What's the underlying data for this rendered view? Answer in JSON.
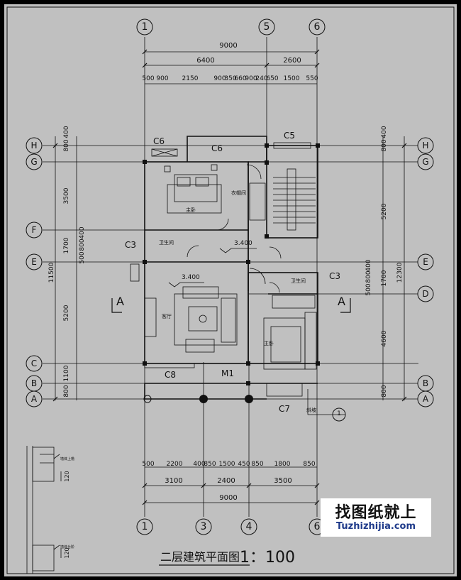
{
  "title": "二层建筑平面图",
  "scale": "1：100",
  "watermark": {
    "cn": "找图纸就上",
    "en": "Tuzhizhijia.com"
  },
  "axes": {
    "top": [
      "1",
      "5",
      "6"
    ],
    "bottom": [
      "1",
      "3",
      "4",
      "6"
    ],
    "rows": [
      "H",
      "G",
      "F",
      "E",
      "D",
      "C",
      "B",
      "A"
    ]
  },
  "dims": {
    "top_total": "9000",
    "top_mid": [
      "6400",
      "2600"
    ],
    "top_detail": [
      "500",
      "900",
      "2150",
      "900",
      "350",
      "660",
      "900",
      "240",
      "650",
      "1500",
      "550"
    ],
    "bottom_detail": [
      "500",
      "2200",
      "400",
      "850",
      "1500",
      "450",
      "850",
      "1800",
      "850"
    ],
    "bottom_mid": [
      "3100",
      "2400",
      "3500"
    ],
    "bottom_total": "9000",
    "left_outer": "11500",
    "left_inner": [
      "800",
      "400",
      "3500",
      "1700",
      "500",
      "800",
      "400",
      "5200",
      "1100",
      "800"
    ],
    "right_outer": "12300",
    "right_inner": [
      "800",
      "400",
      "5200",
      "500",
      "800",
      "400",
      "1700",
      "4600",
      "800"
    ]
  },
  "labels": {
    "windows": [
      "C6",
      "C6",
      "C5",
      "C3",
      "C3",
      "C8",
      "C7"
    ],
    "door": "M1",
    "rooms": [
      "主卧",
      "衣帽间",
      "卫生间",
      "客厅",
      "卫生间",
      "主卧"
    ],
    "elevations": [
      "3.400",
      "3.400"
    ],
    "section": "A",
    "stair_note": "斜坡",
    "detail_index": "1",
    "detail_notes": [
      "墙体上檐",
      "墙体台阶"
    ],
    "detail_dims": [
      "120",
      "120"
    ]
  },
  "colors": {
    "sheet": "#c0c0c0",
    "ink": "#111111",
    "watermark_text": "#1e3a8a"
  }
}
